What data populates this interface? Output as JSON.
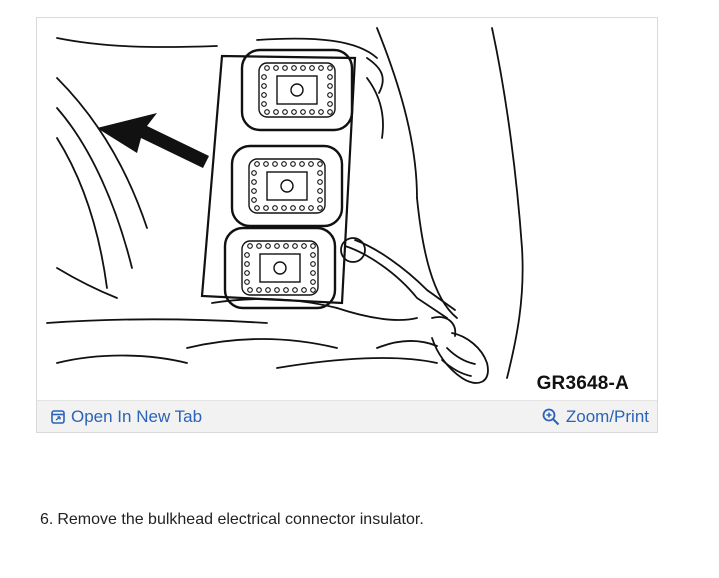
{
  "figure": {
    "id_label": "GR3648-A"
  },
  "toolbar": {
    "open_tab_label": "Open In New Tab",
    "zoom_print_label": "Zoom/Print",
    "open_tab_icon": "open-new-tab-icon",
    "zoom_icon": "zoom-in-icon",
    "link_color": "#2a63b8"
  },
  "step": {
    "number": "6.",
    "text": "Remove the bulkhead electrical connector insulator."
  }
}
